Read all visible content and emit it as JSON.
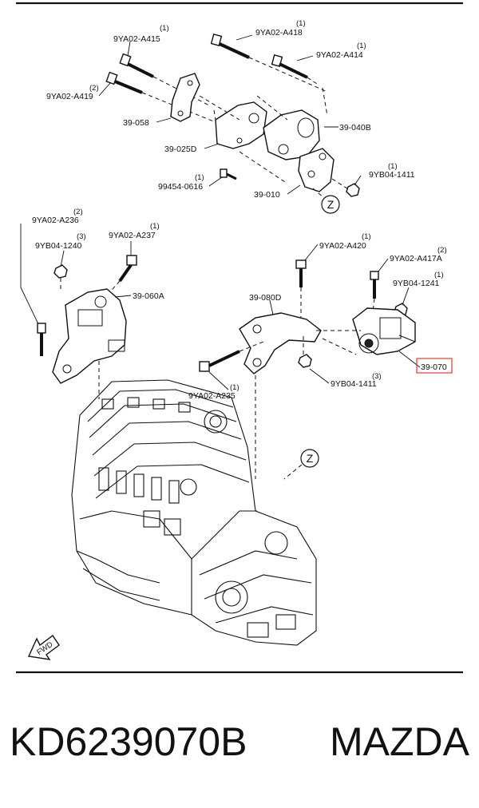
{
  "diagram": {
    "labels": {
      "a415": {
        "code": "9YA02-A415",
        "qty": "(1)"
      },
      "a418": {
        "code": "9YA02-A418",
        "qty": "(1)"
      },
      "a414": {
        "code": "9YA02-A414",
        "qty": "(1)"
      },
      "a419": {
        "code": "9YA02-A419",
        "qty": "(2)"
      },
      "p39058": {
        "code": "39-058"
      },
      "p39040b": {
        "code": "39-040B"
      },
      "p39025d": {
        "code": "39-025D"
      },
      "p99454": {
        "code": "99454-0616",
        "qty": "(1)"
      },
      "p39010": {
        "code": "39-010"
      },
      "yb1411a": {
        "code": "9YB04-1411",
        "qty": "(1)"
      },
      "a236": {
        "code": "9YA02-A236",
        "qty": "(2)"
      },
      "yb1240": {
        "code": "9YB04-1240",
        "qty": "(3)"
      },
      "a237": {
        "code": "9YA02-A237",
        "qty": "(1)"
      },
      "p39060a": {
        "code": "39-060A"
      },
      "a420": {
        "code": "9YA02-A420",
        "qty": "(1)"
      },
      "a417a": {
        "code": "9YA02-A417A",
        "qty": "(2)"
      },
      "yb1241": {
        "code": "9YB04-1241",
        "qty": "(1)"
      },
      "p39080d": {
        "code": "39-080D"
      },
      "p39070": {
        "code": "39-070"
      },
      "a235": {
        "code": "9YA02-A235",
        "qty": "(1)"
      },
      "yb1411b": {
        "code": "9YB04-1411",
        "qty": "(3)"
      }
    },
    "z_marks": [
      "Z",
      "Z"
    ],
    "fwd_label": "FWD"
  },
  "caption": {
    "part_number": "KD6239070B",
    "brand": "MAZDA"
  },
  "colors": {
    "line": "#111111",
    "highlight": "#e53935",
    "background": "#ffffff"
  }
}
